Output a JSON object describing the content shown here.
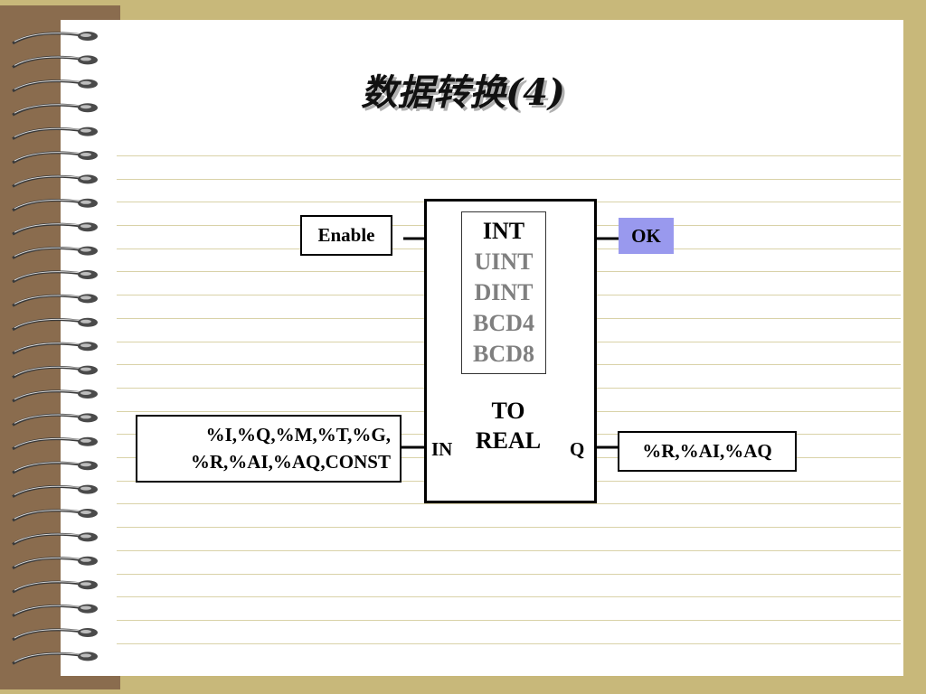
{
  "title": "数据转换(4)",
  "function_block": {
    "types": [
      {
        "label": "INT",
        "selected": true
      },
      {
        "label": "UINT",
        "selected": false
      },
      {
        "label": "DINT",
        "selected": false
      },
      {
        "label": "BCD4",
        "selected": false
      },
      {
        "label": "BCD8",
        "selected": false
      }
    ],
    "operation_line1": "TO",
    "operation_line2": "REAL",
    "input_port": "IN",
    "output_port": "Q"
  },
  "enable_label": "Enable",
  "ok_label": "OK",
  "input_operands_line1": "%I,%Q,%M,%T,%G,",
  "input_operands_line2": "%R,%AI,%AQ,CONST",
  "output_operands": "%R,%AI,%AQ",
  "colors": {
    "background": "#c8b87a",
    "spine": "#8a6c4e",
    "ok_fill": "#9999ee",
    "ruled_line": "#d9d2a8",
    "unselected_type": "#7f7f7f"
  }
}
